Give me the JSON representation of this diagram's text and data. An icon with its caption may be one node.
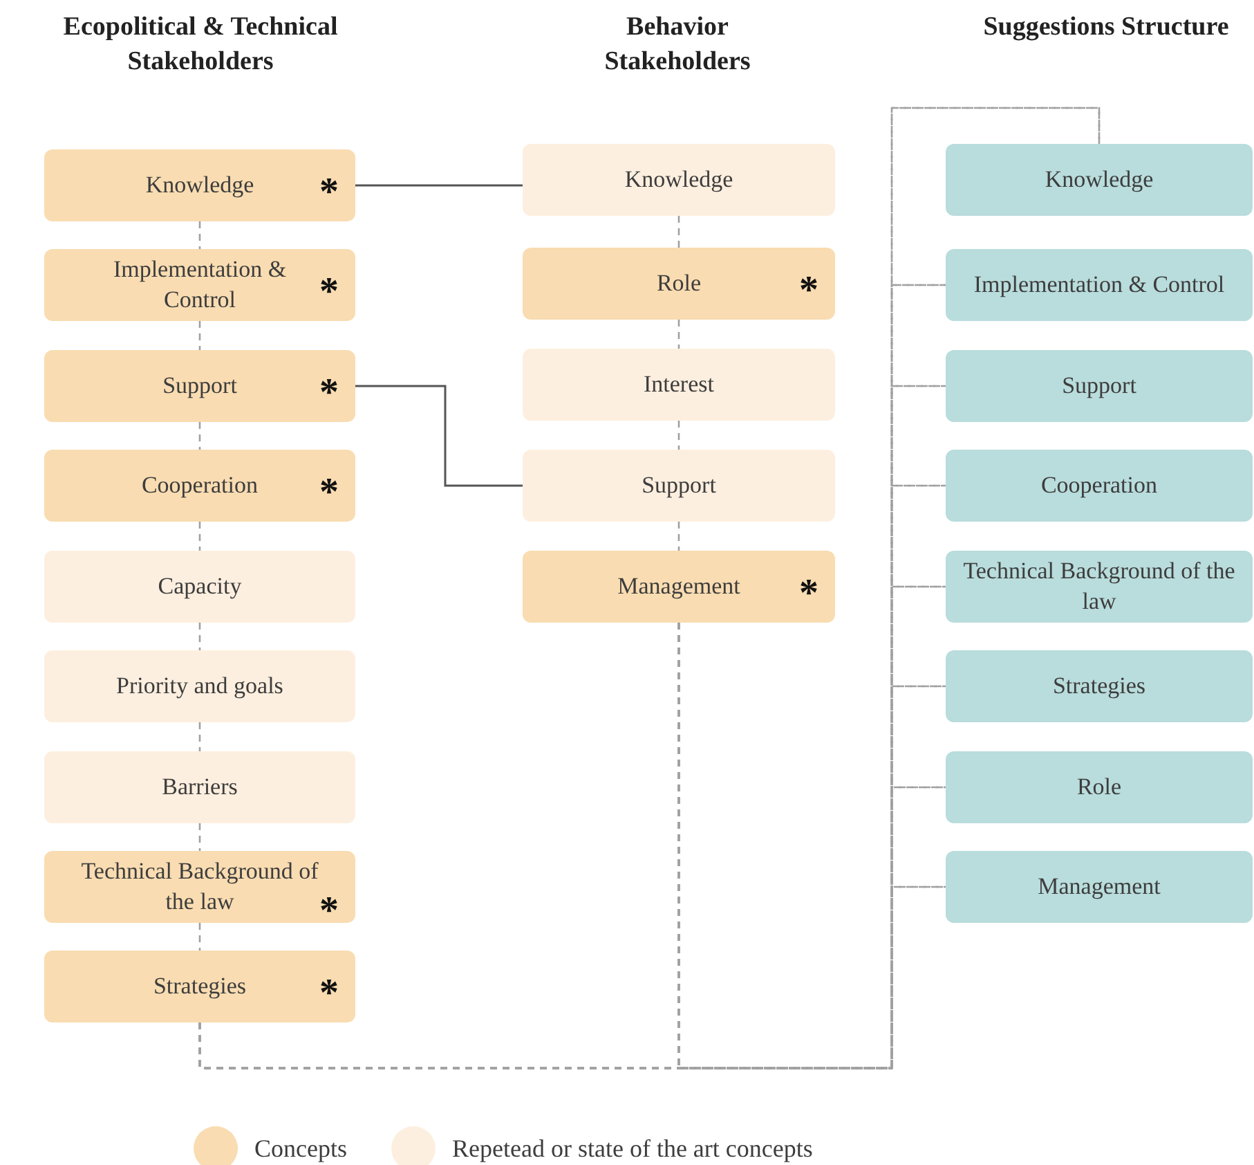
{
  "diagram": {
    "nodes": [
      {
        "text": [
          "Knowledge",
          "*"
        ]
      },
      {
        "text": [
          "Implementation & Control",
          "*"
        ]
      },
      {
        "text": [
          "Support",
          "*"
        ]
      },
      {
        "text": [
          "Cooperation",
          "*"
        ]
      },
      {
        "text": [
          "Capacity"
        ]
      },
      {
        "text": [
          "Priority and goals"
        ]
      },
      {
        "text": [
          "Barriers"
        ]
      },
      {
        "text": [
          "Technical Background of the law",
          "*"
        ]
      },
      {
        "text": [
          "Strategies",
          "*"
        ]
      },
      {
        "text": [
          "Knowledge"
        ]
      },
      {
        "text": [
          "Role",
          "*"
        ]
      },
      {
        "text": [
          "Interest"
        ]
      },
      {
        "text": [
          "Support"
        ]
      },
      {
        "text": [
          "Management",
          "*"
        ]
      },
      {
        "text": [
          "Knowledge"
        ]
      },
      {
        "text": [
          "Implementation & Control"
        ]
      },
      {
        "text": [
          "Support"
        ]
      },
      {
        "text": [
          "Cooperation"
        ]
      },
      {
        "text": [
          "Technical Background of the law"
        ]
      },
      {
        "text": [
          "Strategies"
        ]
      },
      {
        "text": [
          "Role"
        ]
      },
      {
        "text": [
          "Management"
        ]
      }
    ],
    "edges": [
      {
        "from": 0,
        "to": 1,
        "arrow": "none",
        "style": "dashed"
      },
      {
        "from": 1,
        "to": 2,
        "arrow": "none",
        "style": "dashed"
      },
      {
        "from": 2,
        "to": 3,
        "arrow": "none",
        "style": "dashed"
      },
      {
        "from": 3,
        "to": 4,
        "arrow": "none",
        "style": "dashed"
      },
      {
        "from": 4,
        "to": 5,
        "arrow": "none",
        "style": "dashed"
      },
      {
        "from": 5,
        "to": 6,
        "arrow": "none",
        "style": "dashed"
      },
      {
        "from": 6,
        "to": 7,
        "arrow": "none",
        "style": "dashed"
      },
      {
        "from": 7,
        "to": 8,
        "arrow": "none",
        "style": "dashed"
      },
      {
        "from": 9,
        "to": 10,
        "arrow": "none",
        "style": "dashed"
      },
      {
        "from": 10,
        "to": 11,
        "arrow": "none",
        "style": "dashed"
      },
      {
        "from": 11,
        "to": 12,
        "arrow": "none",
        "style": "dashed"
      },
      {
        "from": 12,
        "to": 13,
        "arrow": "none",
        "style": "dashed"
      },
      {
        "from": 0,
        "to": 9,
        "arrow": "none",
        "color": "#555555"
      },
      {
        "from": 2,
        "to": 12,
        "arrow": "none",
        "color": "#555555"
      },
      {
        "from": 8,
        "to": 14,
        "arrow": "none",
        "style": "dashed"
      },
      {
        "from": 8,
        "to": 15,
        "arrow": "none",
        "style": "dashed"
      },
      {
        "from": 8,
        "to": 16,
        "arrow": "none",
        "style": "dashed"
      },
      {
        "from": 8,
        "to": 17,
        "arrow": "none",
        "style": "dashed"
      },
      {
        "from": 8,
        "to": 18,
        "arrow": "none",
        "style": "dashed"
      },
      {
        "from": 8,
        "to": 19,
        "arrow": "none",
        "style": "dashed"
      },
      {
        "from": 8,
        "to": 20,
        "arrow": "none",
        "style": "dashed"
      },
      {
        "from": 8,
        "to": 21,
        "arrow": "none",
        "style": "dashed"
      },
      {
        "from": 13,
        "to": 14,
        "arrow": "none",
        "style": "dashed"
      },
      {
        "from": 13,
        "to": 15,
        "arrow": "none",
        "style": "dashed"
      },
      {
        "from": 13,
        "to": 16,
        "arrow": "none",
        "style": "dashed"
      },
      {
        "from": 13,
        "to": 17,
        "arrow": "none",
        "style": "dashed"
      },
      {
        "from": 13,
        "to": 18,
        "arrow": "none",
        "style": "dashed"
      },
      {
        "from": 13,
        "to": 19,
        "arrow": "none",
        "style": "dashed"
      },
      {
        "from": 13,
        "to": 20,
        "arrow": "none",
        "style": "dashed"
      },
      {
        "from": 13,
        "to": 21,
        "arrow": "none",
        "style": "dashed"
      }
    ],
    "labels": [
      "Ecopolitical & Technical Stakeholders",
      "Behavior Stakeholders",
      "Suggestions Structure"
    ],
    "legend": [
      {
        "text": "Concepts",
        "color": "#f9dcb1"
      },
      {
        "text": "Repetead or state of the art concepts",
        "color": "#fdefdf"
      }
    ]
  }
}
